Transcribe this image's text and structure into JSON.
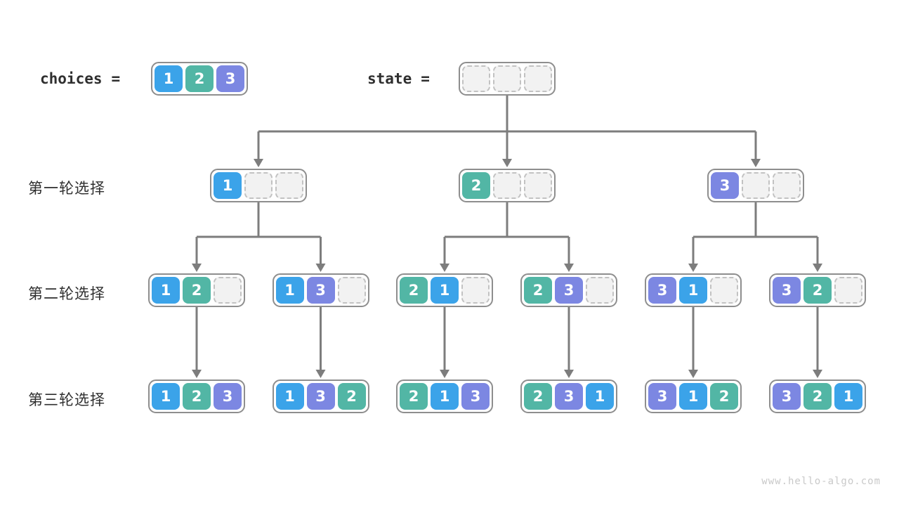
{
  "palette": {
    "c1": "#3BA3E9",
    "c2": "#52B6A5",
    "c3": "#7C87E2",
    "empty_fill": "#F2F2F2",
    "line": "#7D7D7D"
  },
  "header": {
    "choices_label": "choices",
    "eq": "=",
    "state_label": "state",
    "choices_cells": [
      1,
      2,
      3
    ],
    "state_cells": [
      null,
      null,
      null
    ]
  },
  "rows": [
    {
      "label": "第一轮选择",
      "nodes": [
        [
          1,
          null,
          null
        ],
        [
          2,
          null,
          null
        ],
        [
          3,
          null,
          null
        ]
      ]
    },
    {
      "label": "第二轮选择",
      "nodes": [
        [
          1,
          2,
          null
        ],
        [
          1,
          3,
          null
        ],
        [
          2,
          1,
          null
        ],
        [
          2,
          3,
          null
        ],
        [
          3,
          1,
          null
        ],
        [
          3,
          2,
          null
        ]
      ]
    },
    {
      "label": "第三轮选择",
      "nodes": [
        [
          1,
          2,
          3
        ],
        [
          1,
          3,
          2
        ],
        [
          2,
          1,
          3
        ],
        [
          2,
          3,
          1
        ],
        [
          3,
          1,
          2
        ],
        [
          3,
          2,
          1
        ]
      ]
    }
  ],
  "watermark": "www.hello-algo.com"
}
